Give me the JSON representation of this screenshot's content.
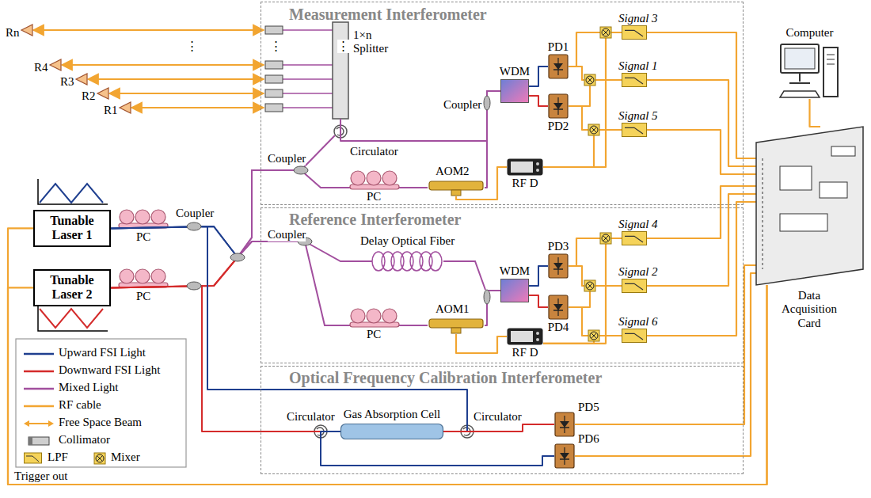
{
  "diagram": {
    "nodes": [
      {
        "text": [
          "Measurement Interferometer"
        ]
      },
      {
        "text": [
          "Reference Interferometer"
        ]
      },
      {
        "text": [
          "Optical Frequency Calibration Interferometer"
        ]
      },
      {
        "text": [
          "Tunable Laser 1"
        ]
      },
      {
        "text": [
          "Tunable Laser 2"
        ]
      },
      {
        "text": [
          "1×n Splitter"
        ],
        "in": 0
      },
      {
        "text": [
          "WDM"
        ],
        "in": 0
      },
      {
        "text": [
          "PD1"
        ],
        "in": 0
      },
      {
        "text": [
          "PD2"
        ],
        "in": 0
      },
      {
        "text": [
          "AOM2"
        ],
        "in": 0
      },
      {
        "text": [
          "RF D"
        ],
        "in": 0
      },
      {
        "text": [
          "Signal 3"
        ],
        "in": 0
      },
      {
        "text": [
          "Signal 1"
        ],
        "in": 0
      },
      {
        "text": [
          "Signal 5"
        ],
        "in": 0
      },
      {
        "text": [
          "WDM"
        ],
        "in": 1
      },
      {
        "text": [
          "PD3"
        ],
        "in": 1
      },
      {
        "text": [
          "PD4"
        ],
        "in": 1
      },
      {
        "text": [
          "AOM1"
        ],
        "in": 1
      },
      {
        "text": [
          "RF D"
        ],
        "in": 1
      },
      {
        "text": [
          "Signal 4"
        ],
        "in": 1
      },
      {
        "text": [
          "Signal 2"
        ],
        "in": 1
      },
      {
        "text": [
          "Signal 6"
        ],
        "in": 1
      },
      {
        "text": [
          "Gas Absorption Cell"
        ],
        "in": 2
      },
      {
        "text": [
          "PD5"
        ],
        "in": 2
      },
      {
        "text": [
          "PD6"
        ],
        "in": 2
      },
      {
        "text": [
          "Computer"
        ]
      },
      {
        "text": [
          "Data Acquisition Card"
        ]
      },
      {
        "text": [
          "Rn"
        ]
      },
      {
        "text": [
          "R4"
        ]
      },
      {
        "text": [
          "R3"
        ]
      },
      {
        "text": [
          "R2"
        ]
      },
      {
        "text": [
          "R1"
        ]
      }
    ],
    "edges": [
      {
        "from": 3,
        "to": 0,
        "arrow": "none"
      },
      {
        "from": 4,
        "to": 0,
        "arrow": "none"
      },
      {
        "from": 3,
        "to": 1,
        "arrow": "none"
      },
      {
        "from": 4,
        "to": 1,
        "arrow": "none"
      },
      {
        "from": 3,
        "to": 22,
        "arrow": "none"
      },
      {
        "from": 4,
        "to": 22,
        "arrow": "none"
      },
      {
        "from": 22,
        "to": 23,
        "arrow": "none"
      },
      {
        "from": 22,
        "to": 24,
        "arrow": "none"
      },
      {
        "from": 27,
        "to": 5,
        "arrow": "both"
      },
      {
        "from": 28,
        "to": 5,
        "arrow": "both"
      },
      {
        "from": 29,
        "to": 5,
        "arrow": "both"
      },
      {
        "from": 30,
        "to": 5,
        "arrow": "both"
      },
      {
        "from": 31,
        "to": 5,
        "arrow": "both"
      },
      {
        "from": 5,
        "to": 6,
        "arrow": "none"
      },
      {
        "from": 9,
        "to": 6,
        "arrow": "none"
      },
      {
        "from": 6,
        "to": 7,
        "arrow": "none"
      },
      {
        "from": 6,
        "to": 8,
        "arrow": "none"
      },
      {
        "from": 7,
        "to": 11,
        "arrow": "none"
      },
      {
        "from": 7,
        "to": 12,
        "arrow": "none"
      },
      {
        "from": 8,
        "to": 12,
        "arrow": "none"
      },
      {
        "from": 8,
        "to": 13,
        "arrow": "none"
      },
      {
        "from": 10,
        "to": 9,
        "arrow": "none"
      },
      {
        "from": 10,
        "to": 11,
        "arrow": "none"
      },
      {
        "from": 10,
        "to": 13,
        "arrow": "none"
      },
      {
        "from": 17,
        "to": 14,
        "arrow": "none"
      },
      {
        "from": 14,
        "to": 15,
        "arrow": "none"
      },
      {
        "from": 14,
        "to": 16,
        "arrow": "none"
      },
      {
        "from": 15,
        "to": 19,
        "arrow": "none"
      },
      {
        "from": 15,
        "to": 20,
        "arrow": "none"
      },
      {
        "from": 16,
        "to": 20,
        "arrow": "none"
      },
      {
        "from": 16,
        "to": 21,
        "arrow": "none"
      },
      {
        "from": 18,
        "to": 17,
        "arrow": "none"
      },
      {
        "from": 18,
        "to": 19,
        "arrow": "none"
      },
      {
        "from": 18,
        "to": 21,
        "arrow": "none"
      },
      {
        "from": 11,
        "to": 26,
        "arrow": "none"
      },
      {
        "from": 12,
        "to": 26,
        "arrow": "none"
      },
      {
        "from": 13,
        "to": 26,
        "arrow": "none"
      },
      {
        "from": 19,
        "to": 26,
        "arrow": "none"
      },
      {
        "from": 20,
        "to": 26,
        "arrow": "none"
      },
      {
        "from": 21,
        "to": 26,
        "arrow": "none"
      },
      {
        "from": 23,
        "to": 26,
        "arrow": "none"
      },
      {
        "from": 24,
        "to": 26,
        "arrow": "none"
      },
      {
        "from": 26,
        "to": 25,
        "arrow": "none"
      },
      {
        "from": 26,
        "to": 3,
        "arrow": "none"
      },
      {
        "from": 26,
        "to": 4,
        "arrow": "none"
      }
    ],
    "labels": [
      "PC",
      "Coupler",
      "PC",
      "Coupler",
      "Circulator",
      "Coupler",
      "PC",
      "⋮",
      "⋮",
      "⋮",
      "Coupler",
      "Delay Optical Fiber",
      "PC",
      "Circulator",
      "Circulator",
      "Trigger out"
    ],
    "legend": [
      {
        "text": "Upward FSI Light"
      },
      {
        "text": "Downward FSI Light"
      },
      {
        "text": "Mixed Light"
      },
      {
        "text": "RF cable"
      },
      {
        "text": "Free Space Beam"
      },
      {
        "text": "Collimator"
      },
      {
        "text": "LPF"
      },
      {
        "text": "Mixer"
      }
    ]
  }
}
